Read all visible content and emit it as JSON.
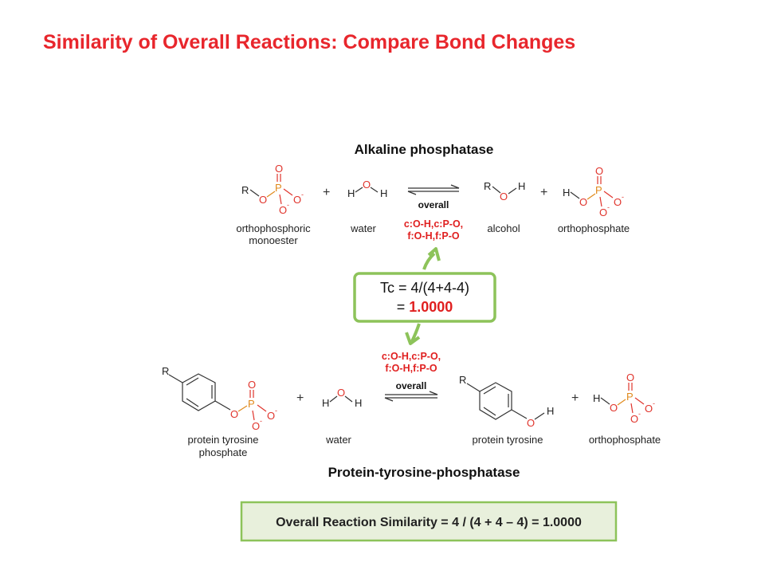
{
  "slide": {
    "title": "Similarity of Overall Reactions: Compare Bond Changes"
  },
  "top_reaction": {
    "title": "Alkaline phosphatase",
    "arrow_label": "overall",
    "bond_changes_line1": "c:O-H,c:P-O,",
    "bond_changes_line2": "f:O-H,f:P-O",
    "compounds": [
      {
        "name_line1": "orthophosphoric",
        "name_line2": "monoester"
      },
      {
        "name_line1": "water",
        "name_line2": ""
      },
      {
        "name_line1": "alcohol",
        "name_line2": ""
      },
      {
        "name_line1": "orthophosphate",
        "name_line2": ""
      }
    ]
  },
  "tanimoto": {
    "line1": "Tc = 4/(4+4-4)",
    "line2_prefix": "= ",
    "line2_value": "1.0000"
  },
  "bottom_reaction": {
    "title": "Protein-tyrosine-phosphatase",
    "arrow_label": "overall",
    "bond_changes_line1": "c:O-H,c:P-O,",
    "bond_changes_line2": "f:O-H,f:P-O",
    "compounds": [
      {
        "name_line1": "protein tyrosine",
        "name_line2": "phosphate"
      },
      {
        "name_line1": "water",
        "name_line2": ""
      },
      {
        "name_line1": "protein tyrosine",
        "name_line2": ""
      },
      {
        "name_line1": "orthophosphate",
        "name_line2": ""
      }
    ]
  },
  "summary": {
    "prefix": "Overall Reaction Similarity = 4 / (4 + 4 – 4) = ",
    "value": "1.0000"
  },
  "atoms": {
    "R": "R",
    "O": "O",
    "P": "P",
    "H": "H",
    "minus": "-",
    "plus": "+"
  },
  "colors": {
    "title": "#e8262c",
    "bond_changes": "#e02020",
    "box_border": "#8dc35a",
    "summary_fill": "#e8f0dc",
    "phosphorus": "#e08a1c",
    "oxygen": "#e0342c"
  }
}
